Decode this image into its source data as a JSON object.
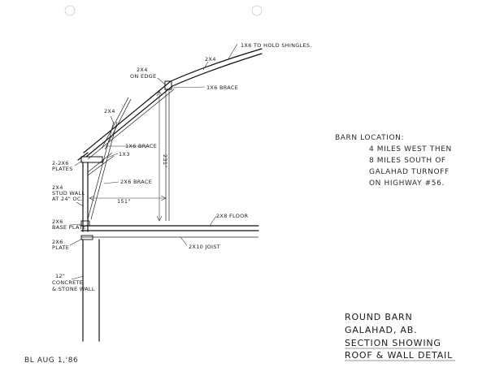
{
  "drawing": {
    "labels": {
      "shingles": "1X6 TO HOLD SHINGLES.",
      "rafter_top": "2X4",
      "on_edge_1": "2X4",
      "on_edge_2": "ON EDGE",
      "brace_upper": "1X6 BRACE",
      "rafter_mid": "2X4",
      "brace_lower": "1X6 BRACE",
      "two_by_three": "1X3",
      "plates_1": "2-2X6",
      "plates_2": "PLATES",
      "brace_2x6": "2X6 BRACE",
      "stud_1": "2X4",
      "stud_2": "STUD WALL",
      "stud_3": "AT 24\" OC.",
      "span_dim": "151\"",
      "height_dim": "231\"",
      "floor": "2X8 FLOOR",
      "base_1": "2X6",
      "base_2": "BASE PLATE",
      "plate_1": "2X6",
      "plate_2": "PLATE",
      "joist": "2X10 JOIST",
      "wall_1": "12\"",
      "wall_2": "CONCRETE",
      "wall_3": "& STONE WALL"
    },
    "location_note": {
      "line1": "BARN LOCATION:",
      "line2": "4 MILES WEST THEN",
      "line3": "8 MILES SOUTH OF",
      "line4": "GALAHAD TURNOFF",
      "line5": "ON HIGHWAY #56."
    },
    "title_block": {
      "line1": "ROUND BARN",
      "line2": "GALAHAD, AB.",
      "line3": "SECTION SHOWING",
      "line4": "ROOF & WALL DETAIL"
    },
    "signature": "BL AUG 1,'86"
  }
}
